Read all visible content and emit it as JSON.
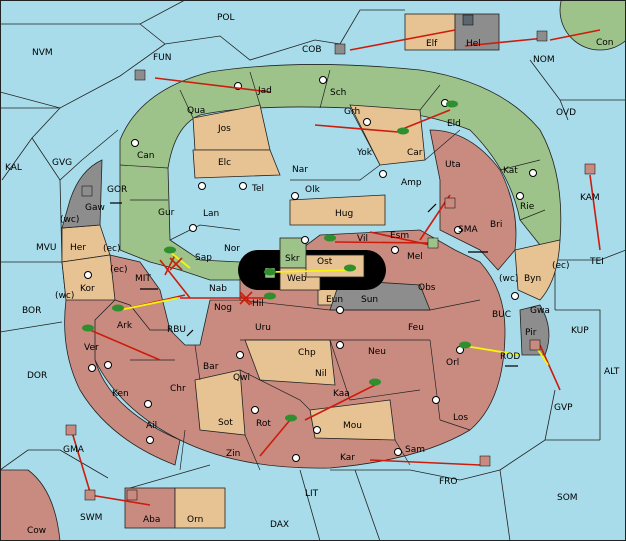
{
  "colors": {
    "sea": "#a8dcea",
    "green": "#9dc38b",
    "tan": "#e7c293",
    "red": "#c98b80",
    "gray": "#8d8d8d",
    "orders": "#cc1c0c",
    "support": "#f5f50a",
    "unit_green": "#2f8f2f",
    "unit_gray": "#5a6670",
    "unit_red": "#b44b40"
  },
  "icons": {
    "supply_center": "supply-center-icon",
    "army": "army-icon",
    "fleet": "fleet-icon",
    "move": "move-arrow-icon",
    "convoy": "double-arrow-icon"
  },
  "labels": [
    {
      "id": "POL",
      "t": "POL"
    },
    {
      "id": "NVM",
      "t": "NVM"
    },
    {
      "id": "FUN",
      "t": "FUN"
    },
    {
      "id": "COB",
      "t": "COB"
    },
    {
      "id": "Elf",
      "t": "Elf"
    },
    {
      "id": "Hel",
      "t": "Hel"
    },
    {
      "id": "Con",
      "t": "Con"
    },
    {
      "id": "NOM",
      "t": "NOM"
    },
    {
      "id": "Jad",
      "t": "Jad"
    },
    {
      "id": "Sch",
      "t": "Sch"
    },
    {
      "id": "OVD",
      "t": "OVD"
    },
    {
      "id": "Qua",
      "t": "Qua"
    },
    {
      "id": "Jos",
      "t": "Jos"
    },
    {
      "id": "Grh",
      "t": "Grh"
    },
    {
      "id": "Eld",
      "t": "Eld"
    },
    {
      "id": "Can",
      "t": "Can"
    },
    {
      "id": "Car",
      "t": "Car"
    },
    {
      "id": "Yok",
      "t": "Yok"
    },
    {
      "id": "Elc",
      "t": "Elc"
    },
    {
      "id": "Nar",
      "t": "Nar"
    },
    {
      "id": "KAL",
      "t": "KAL"
    },
    {
      "id": "GVG",
      "t": "GVG"
    },
    {
      "id": "Uta",
      "t": "Uta"
    },
    {
      "id": "Kat",
      "t": "Kat"
    },
    {
      "id": "GOR",
      "t": "GOR"
    },
    {
      "id": "Tel",
      "t": "Tel"
    },
    {
      "id": "Olk",
      "t": "Olk"
    },
    {
      "id": "Amp",
      "t": "Amp"
    },
    {
      "id": "KAM",
      "t": "KAM"
    },
    {
      "id": "Gaw",
      "t": "Gaw"
    },
    {
      "id": "Gur",
      "t": "Gur"
    },
    {
      "id": "Lan",
      "t": "Lan"
    },
    {
      "id": "Hug",
      "t": "Hug"
    },
    {
      "id": "Rie",
      "t": "Rie"
    },
    {
      "id": "Bri",
      "t": "Bri"
    },
    {
      "id": "wc1",
      "t": "(wc)"
    },
    {
      "id": "SMA",
      "t": "SMA"
    },
    {
      "id": "Esm",
      "t": "Esm"
    },
    {
      "id": "Vil",
      "t": "Vil"
    },
    {
      "id": "MVU",
      "t": "MVU"
    },
    {
      "id": "Her",
      "t": "Her"
    },
    {
      "id": "ec1",
      "t": "(ec)"
    },
    {
      "id": "Nor",
      "t": "Nor"
    },
    {
      "id": "Sap",
      "t": "Sap"
    },
    {
      "id": "Skr",
      "t": "Skr"
    },
    {
      "id": "Ost",
      "t": "Ost"
    },
    {
      "id": "Mel",
      "t": "Mel"
    },
    {
      "id": "TEI",
      "t": "TEI"
    },
    {
      "id": "ec2",
      "t": "(ec)"
    },
    {
      "id": "Web",
      "t": "Web"
    },
    {
      "id": "wc2",
      "t": "(wc)"
    },
    {
      "id": "Byn",
      "t": "Byn"
    },
    {
      "id": "ec3",
      "t": "(ec)"
    },
    {
      "id": "MIT",
      "t": "MIT"
    },
    {
      "id": "Kor",
      "t": "Kor"
    },
    {
      "id": "wc3",
      "t": "(wc)"
    },
    {
      "id": "Nab",
      "t": "Nab"
    },
    {
      "id": "Obs",
      "t": "Obs"
    },
    {
      "id": "Eun",
      "t": "Eun"
    },
    {
      "id": "Sun",
      "t": "Sun"
    },
    {
      "id": "Hil",
      "t": "Hil"
    },
    {
      "id": "Nog",
      "t": "Nog"
    },
    {
      "id": "Gwa",
      "t": "Gwa"
    },
    {
      "id": "BOR",
      "t": "BOR"
    },
    {
      "id": "BUC",
      "t": "BUC"
    },
    {
      "id": "KUP",
      "t": "KUP"
    },
    {
      "id": "Ark",
      "t": "Ark"
    },
    {
      "id": "RBU",
      "t": "RBU"
    },
    {
      "id": "Uru",
      "t": "Uru"
    },
    {
      "id": "Feu",
      "t": "Feu"
    },
    {
      "id": "Pir",
      "t": "Pir"
    },
    {
      "id": "Ver",
      "t": "Ver"
    },
    {
      "id": "Chp",
      "t": "Chp"
    },
    {
      "id": "Neu",
      "t": "Neu"
    },
    {
      "id": "ROD",
      "t": "ROD"
    },
    {
      "id": "Orl",
      "t": "Orl"
    },
    {
      "id": "Bar",
      "t": "Bar"
    },
    {
      "id": "Nil",
      "t": "Nil"
    },
    {
      "id": "Qwi",
      "t": "Qwi"
    },
    {
      "id": "DOR",
      "t": "DOR"
    },
    {
      "id": "ALT",
      "t": "ALT"
    },
    {
      "id": "Chr",
      "t": "Chr"
    },
    {
      "id": "Ken",
      "t": "Ken"
    },
    {
      "id": "Kaa",
      "t": "Kaa"
    },
    {
      "id": "GVP",
      "t": "GVP"
    },
    {
      "id": "Los",
      "t": "Los"
    },
    {
      "id": "Ail",
      "t": "Ail"
    },
    {
      "id": "Sot",
      "t": "Sot"
    },
    {
      "id": "Rot",
      "t": "Rot"
    },
    {
      "id": "Mou",
      "t": "Mou"
    },
    {
      "id": "GMA",
      "t": "GMA"
    },
    {
      "id": "Sam",
      "t": "Sam"
    },
    {
      "id": "Zin",
      "t": "Zin"
    },
    {
      "id": "Kar",
      "t": "Kar"
    },
    {
      "id": "FRO",
      "t": "FRO"
    },
    {
      "id": "LIT",
      "t": "LIT"
    },
    {
      "id": "SOM",
      "t": "SOM"
    },
    {
      "id": "SWM",
      "t": "SWM"
    },
    {
      "id": "Aba",
      "t": "Aba"
    },
    {
      "id": "Orn",
      "t": "Orn"
    },
    {
      "id": "DAX",
      "t": "DAX"
    },
    {
      "id": "Cow",
      "t": "Cow"
    }
  ]
}
